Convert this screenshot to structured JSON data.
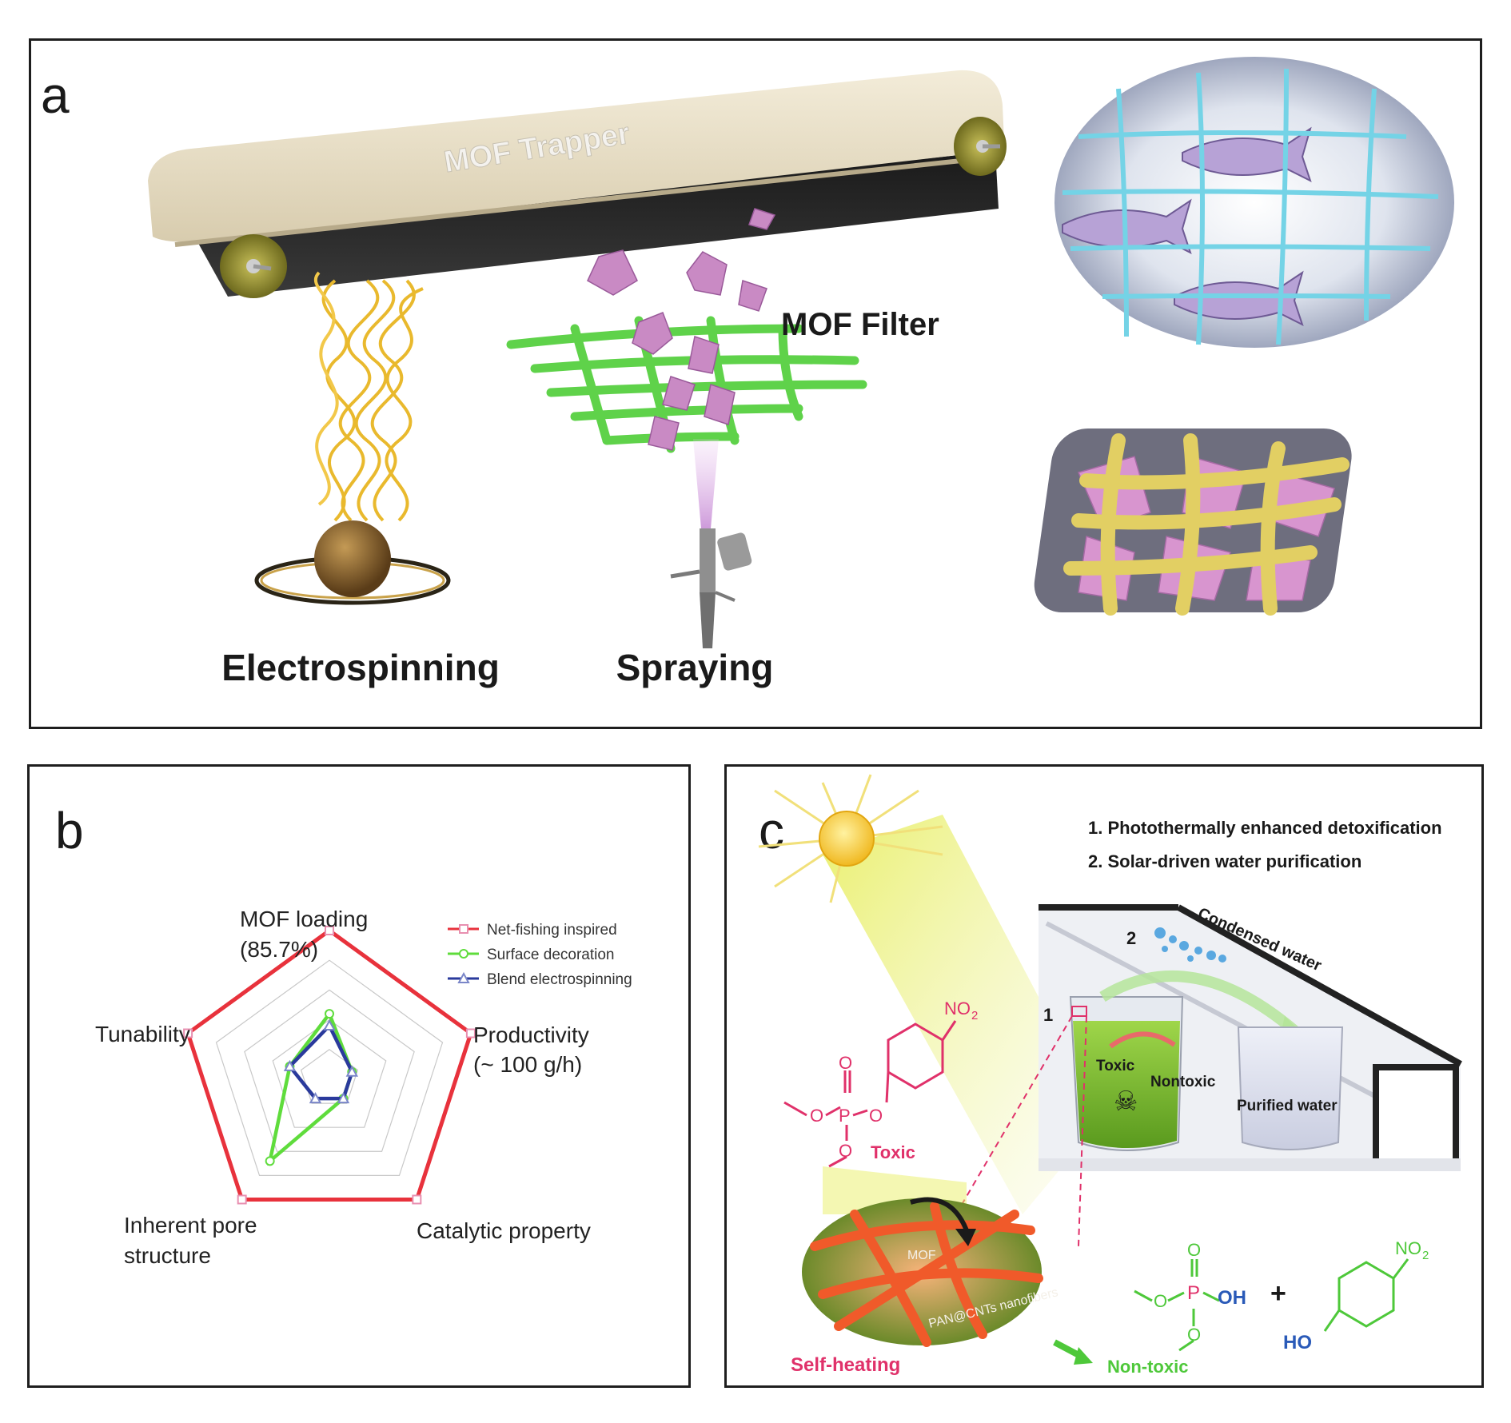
{
  "panel_a": {
    "letter": "a",
    "trapper_label": "MOF Trapper",
    "filter_label": "MOF Filter",
    "electrospinning_label": "Electrospinning",
    "spraying_label": "Spraying"
  },
  "panel_b": {
    "letter": "b",
    "axes": [
      "MOF loading",
      "(85.7%)",
      "Productivity",
      "(~ 100 g/h)",
      "Catalytic property",
      "Inherent pore",
      "structure",
      "Tunability"
    ],
    "legend": [
      "Net-fishing inspired",
      "Surface decoration",
      "Blend electrospinning"
    ],
    "colors": {
      "net": "#e8323c",
      "surface": "#5fdc3c",
      "blend": "#2a3a9c"
    }
  },
  "chart_data": {
    "type": "radar",
    "categories": [
      "MOF loading (85.7%)",
      "Productivity (~ 100 g/h)",
      "Catalytic property",
      "Inherent pore structure",
      "Tunability"
    ],
    "series": [
      {
        "name": "Net-fishing inspired",
        "values": [
          5,
          5,
          5,
          5,
          5
        ]
      },
      {
        "name": "Surface decoration",
        "values": [
          2.2,
          0.8,
          0.8,
          3.4,
          1.4
        ]
      },
      {
        "name": "Blend electrospinning",
        "values": [
          1.8,
          0.8,
          0.8,
          0.8,
          1.4
        ]
      }
    ],
    "rmax": 5,
    "grid_levels": 5
  },
  "panel_c": {
    "letter": "c",
    "step1": "1. Photothermally enhanced detoxification",
    "step2": "2. Solar-driven water purification",
    "condensed": "Condensed water",
    "num1": "1",
    "num2": "2",
    "toxic_in_beaker": "Toxic",
    "nontoxic_in_beaker": "Nontoxic",
    "purified": "Purified water",
    "toxic_label": "Toxic",
    "self_heating": "Self-heating",
    "non_toxic": "Non-toxic",
    "mof_text": "MOF",
    "fiber_text": "PAN@CNTs nanofibers",
    "no2": "NO",
    "sub2": "2",
    "oh": "OH",
    "ho": "HO",
    "plus": "+"
  }
}
